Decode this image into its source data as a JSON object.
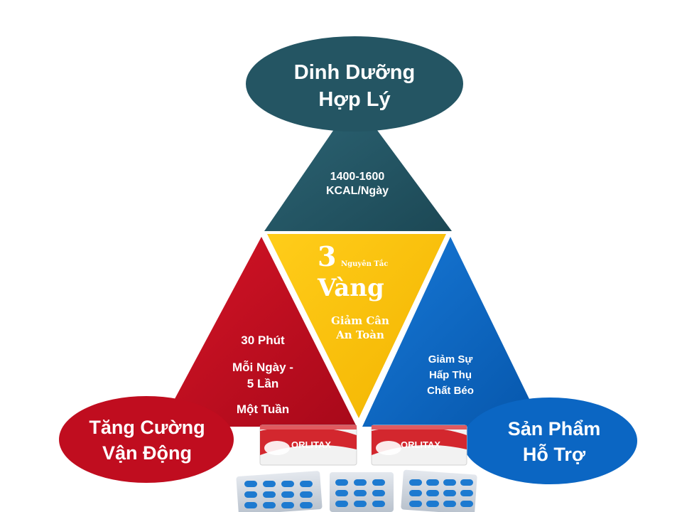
{
  "top": {
    "title_line1": "Dinh Dưỡng",
    "title_line2": "Hợp Lý",
    "detail_line1": "1400-1600",
    "detail_line2": "KCAL/Ngày"
  },
  "center": {
    "big_number": "3",
    "small_text": "Nguyên Tắc",
    "big_word": "Vàng",
    "sub_line1": "Giảm Cân",
    "sub_line2": "An Toàn"
  },
  "left": {
    "title_line1": "Tăng Cường",
    "title_line2": "Vận Động",
    "detail_line1": "30 Phút",
    "detail_line2": "Mỗi Ngày -",
    "detail_line3": "5 Lần",
    "detail_line4": "Một Tuần"
  },
  "right": {
    "title_line1": "Sản Phẩm",
    "title_line2": "Hỗ Trợ",
    "detail_line1": "Giảm Sự",
    "detail_line2": "Hấp Thụ",
    "detail_line3": "Chất Béo"
  },
  "product": {
    "brand": "ORLITAX"
  },
  "colors": {
    "teal": "#245563",
    "red": "#c00d1f",
    "yellow": "#fec30a",
    "blue": "#0b66c3",
    "capsule": "#1d7ad0"
  }
}
